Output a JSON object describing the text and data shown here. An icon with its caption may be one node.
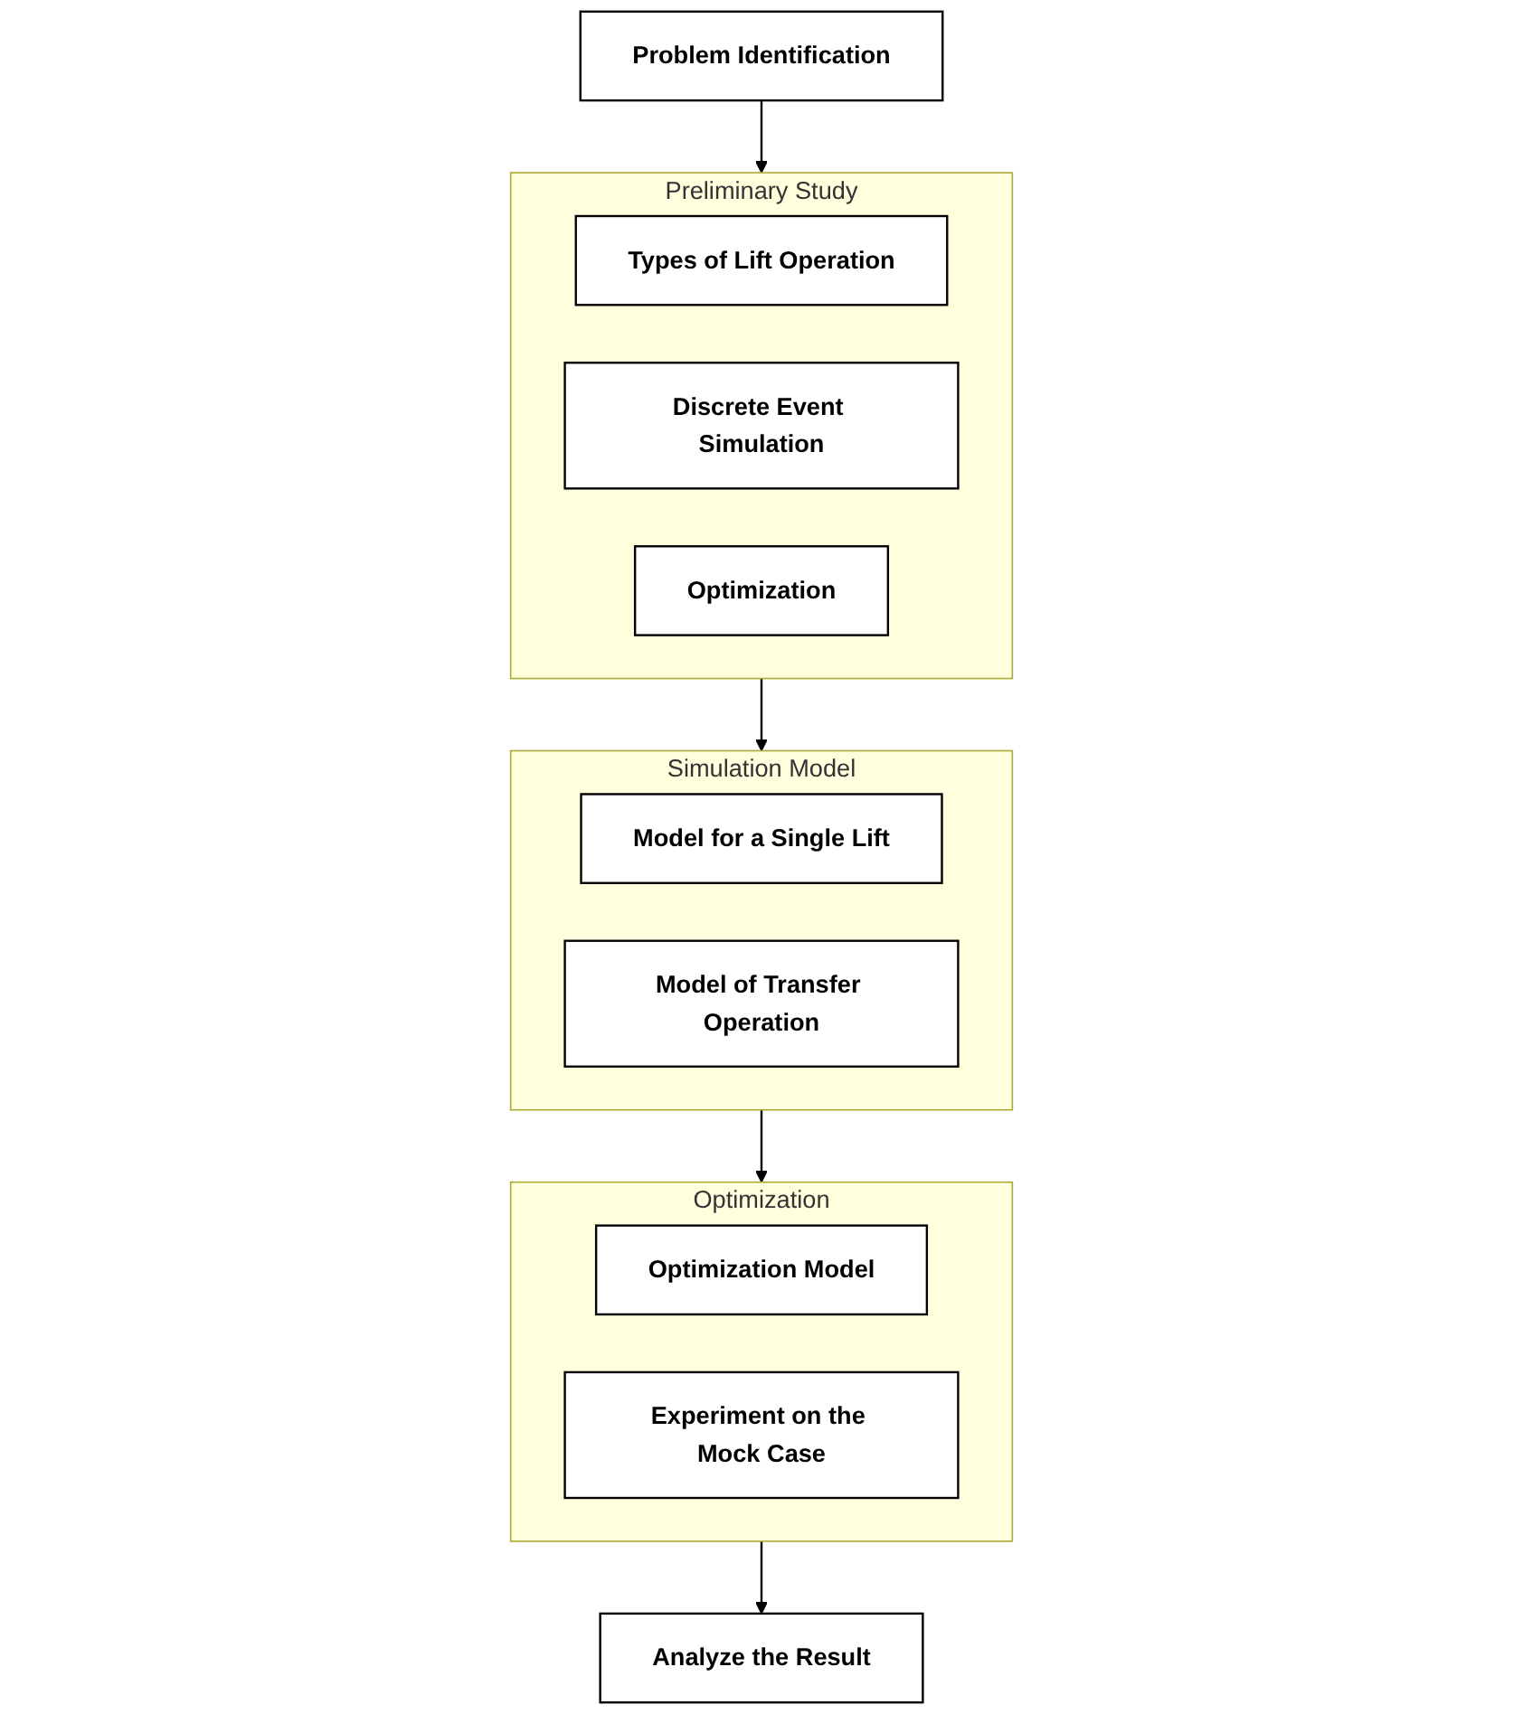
{
  "diagram": {
    "nodes": [
      {
        "text": [
          "Problem Identification"
        ]
      },
      {
        "text": [
          "Preliminary Study"
        ]
      },
      {
        "text": [
          "Types of Lift Operation"
        ],
        "in": 1
      },
      {
        "text": [
          "Discrete Event Simulation"
        ],
        "in": 1
      },
      {
        "text": [
          "Optimization"
        ],
        "in": 1
      },
      {
        "text": [
          "Simulation Model"
        ]
      },
      {
        "text": [
          "Model for a Single Lift"
        ],
        "in": 5
      },
      {
        "text": [
          "Model of Transfer Operation"
        ],
        "in": 5
      },
      {
        "text": [
          "Optimization"
        ]
      },
      {
        "text": [
          "Optimization Model"
        ],
        "in": 8
      },
      {
        "text": [
          "Experiment on the Mock Case"
        ],
        "in": 8
      },
      {
        "text": [
          "Analyze the Result"
        ]
      }
    ],
    "edges": [
      {
        "from": 0,
        "to": 1,
        "arrow": "to"
      },
      {
        "from": 1,
        "to": 5,
        "arrow": "to"
      },
      {
        "from": 5,
        "to": 8,
        "arrow": "to"
      },
      {
        "from": 8,
        "to": 11,
        "arrow": "to"
      }
    ]
  }
}
